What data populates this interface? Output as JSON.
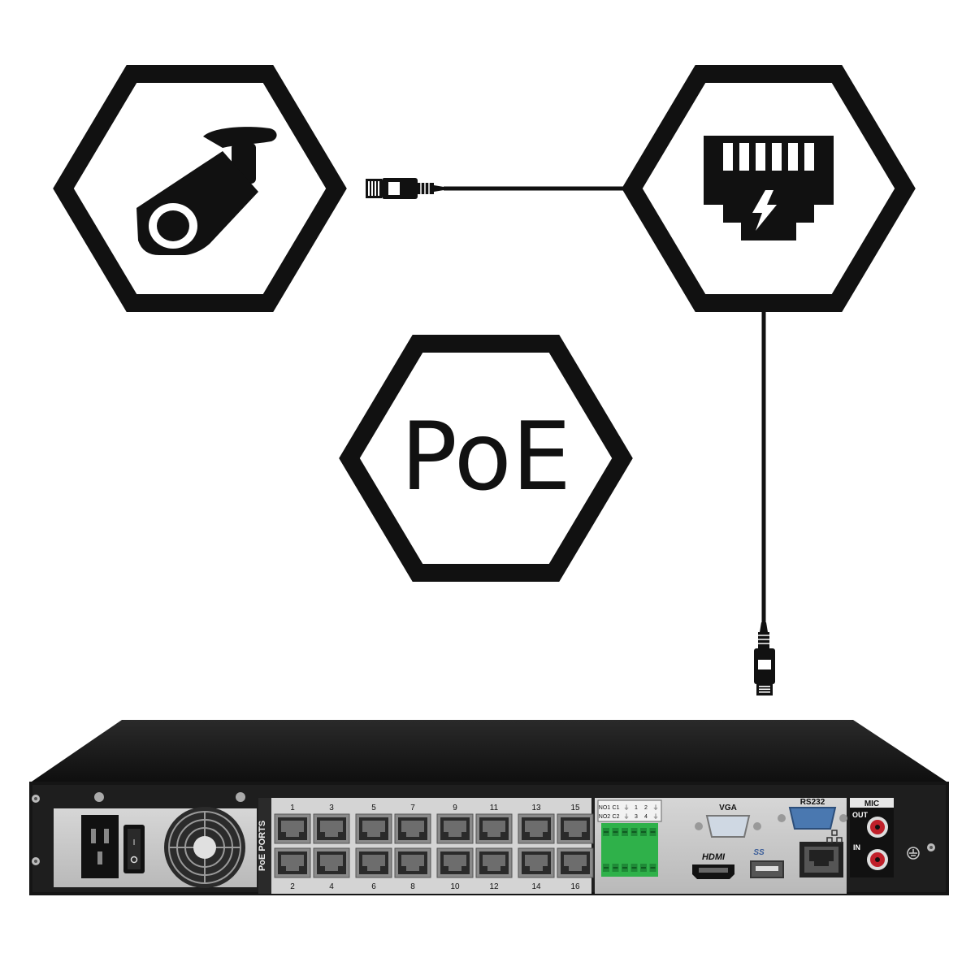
{
  "badges": {
    "poe_text": "PoE"
  },
  "device": {
    "poe_ports_label": "PoE PORTS",
    "ports_top": [
      "1",
      "3",
      "5",
      "7",
      "9",
      "11",
      "13",
      "15"
    ],
    "ports_bottom": [
      "2",
      "4",
      "6",
      "8",
      "10",
      "12",
      "14",
      "16"
    ],
    "alarm_row1": [
      "NO1",
      "C1",
      "⏚",
      "1",
      "2",
      "⏚"
    ],
    "alarm_row2": [
      "NO2",
      "C2",
      "⏚",
      "3",
      "4",
      "⏚"
    ],
    "vga_label": "VGA",
    "rs232_label": "RS232",
    "hdmi_label": "HDMI",
    "usb_label": "SS",
    "mic_label": "MIC",
    "out_label": "OUT",
    "in_label": "IN"
  },
  "colors": {
    "ink": "#111111",
    "chassis": "#1b1b1b",
    "panel": "#c8c8c8",
    "terminal_green": "#2fb14a",
    "db9_blue": "#4a78b0",
    "rca_red": "#c0202a"
  }
}
